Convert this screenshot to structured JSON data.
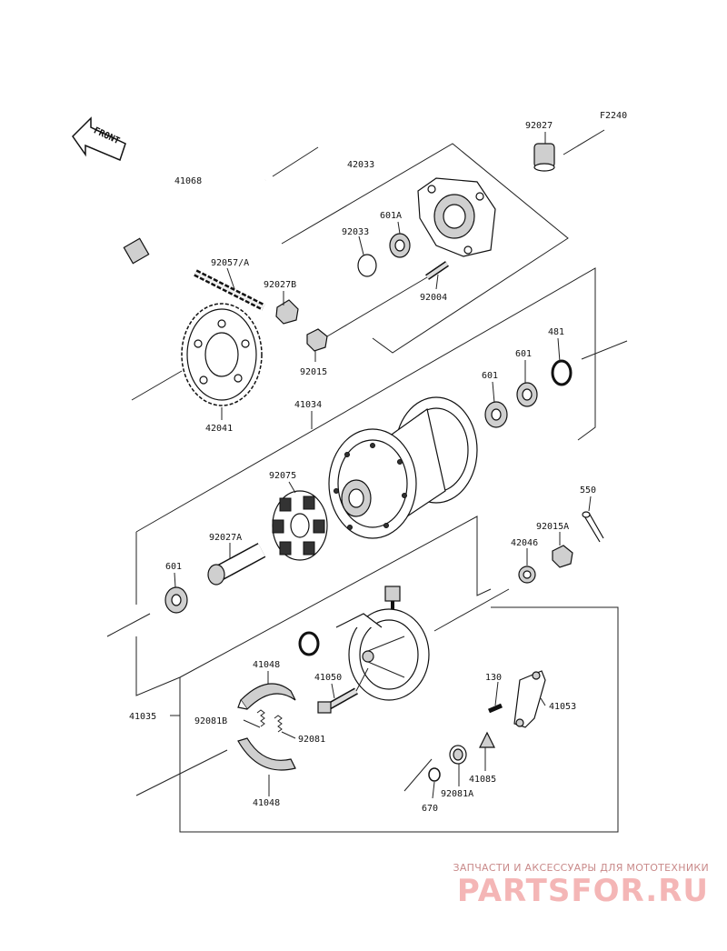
{
  "diagram_code": "F2240",
  "front_arrow_label": "FRONT",
  "parts": {
    "p92027": "92027",
    "p42033": "42033",
    "p41068": "41068",
    "p601A": "601A",
    "p92033": "92033",
    "p92004": "92004",
    "p92057A": "92057/A",
    "p92027B": "92027B",
    "p92015": "92015",
    "p481": "481",
    "p601_a": "601",
    "p601_b": "601",
    "p42041": "42041",
    "p41034": "41034",
    "p92075": "92075",
    "p550": "550",
    "p92015A": "92015A",
    "p42046": "42046",
    "p92027A": "92027A",
    "p601_c": "601",
    "p41048_top": "41048",
    "p41050": "41050",
    "p130": "130",
    "p41053": "41053",
    "p41035": "41035",
    "p92081B": "92081B",
    "p92081": "92081",
    "p41085": "41085",
    "p92081A": "92081A",
    "p670": "670",
    "p41048_bot": "41048"
  },
  "watermark": {
    "tagline": "ЗАПЧАСТИ И АКСЕССУАРЫ ДЛЯ МОТОТЕХНИКИ",
    "brand": "PARTSFOR.RU"
  }
}
